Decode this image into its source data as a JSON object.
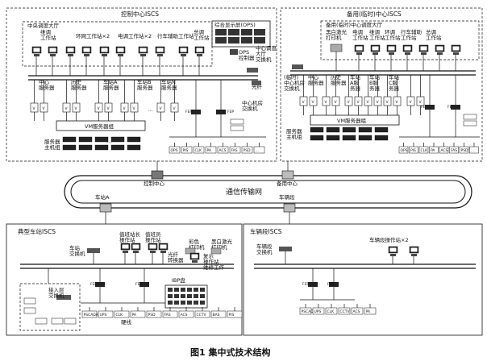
{
  "control_center": {
    "title": "控制中心ISCS",
    "hall": "中央调度大厅",
    "ws_maint": "维调\n工作站",
    "ws_env": "环网工作站×2",
    "ws_power": "电调工作站×2",
    "ws_traffic": "行车辅助工作站",
    "ws_master": "总调\n工作站",
    "ops_screen": "综合显示屏(OPS)",
    "ops_ctrl": "OPS\n控制器",
    "net_switch": "中心调度\n大厅\n交换机",
    "srv_center": "中心\n服务器",
    "srv_hist": "历史\n服务器",
    "srv_a": "车站A\n服务器",
    "srv_b": "车站B\n服务器",
    "srv_n": "车站N\n服务器",
    "vm_cluster": "VM服务器组",
    "srv_host": "服务器\n主机组",
    "fep1": "FEP",
    "fep2": "FEP",
    "center_switch": "中心机房\n交换机",
    "optical": "光纤",
    "v_label": "V",
    "ellipsis": "…",
    "ifaces": [
      "OPS",
      "PIS",
      "CLK",
      "PA",
      "ACS",
      "FAS",
      "PSD",
      "..."
    ]
  },
  "backup_center": {
    "title": "备用(临时)中心ISCS",
    "hall": "备用(临时)中心调度大厅",
    "ws_printer": "黑白激光\n打印机",
    "ws_power": "电调\n工作站",
    "ws_maint": "维调\n工作站",
    "ws_env": "环调\n工作站",
    "ws_traffic": "行车辅助\n工作站",
    "ws_master": "总调\n工作站",
    "room_switch": "(临时)\n中心机房\n交换机",
    "srv_center": "中心\n服务器",
    "srv_hist": "历史\n服务器",
    "srv_a": "车站\nA服\n务器",
    "srv_b": "车站\nB服\n务器",
    "srv_c": "车站\nC服\n务器",
    "vm_cluster": "VM服务器组",
    "srv_host": "服务器\n主机组",
    "fep1": "FEP",
    "fep2": "FEP",
    "ifaces": [
      "OPS",
      "PIS",
      "CLK",
      "PA",
      "ACS",
      "FAS",
      "PSD",
      "..."
    ]
  },
  "network": {
    "ring": "通信传输网",
    "node_ctrl": "控制中心",
    "node_backup": "备用中心",
    "node_station": "车站A",
    "node_depot": "车辆段"
  },
  "station": {
    "title": "典型车站ISCS",
    "switch": "车站\n交换机",
    "ws_duty1": "值班站长\n操作站",
    "ws_duty2": "值班员\n操作站",
    "printer_color": "彩色\n打印机",
    "printer_bw": "黑白激光\n打印机",
    "backup_ws": "复示\n操作站\n维修工作",
    "optical": "光纤\n转换器",
    "access_sw": "接入层\n交换机",
    "fep1": "FEP",
    "fep2": "FEP",
    "ibp": "IBP盘",
    "hard_wire": "硬线",
    "ifaces": [
      "PSCADA",
      "UPS",
      "CLK",
      "PA",
      "PSD",
      "FAS",
      "ACS",
      "CCTV",
      "BAS",
      "PIS"
    ]
  },
  "depot": {
    "title": "车辆段ISCS",
    "switch": "车辆段\n交换机",
    "ws": "车辆段操作站×2",
    "fep1": "FEP",
    "fep2": "FEP",
    "ifaces": [
      "PSCADA",
      "UPS",
      "CLK",
      "CCTV",
      "ACS",
      "PA"
    ]
  },
  "caption": "图1  集中式技术结构"
}
